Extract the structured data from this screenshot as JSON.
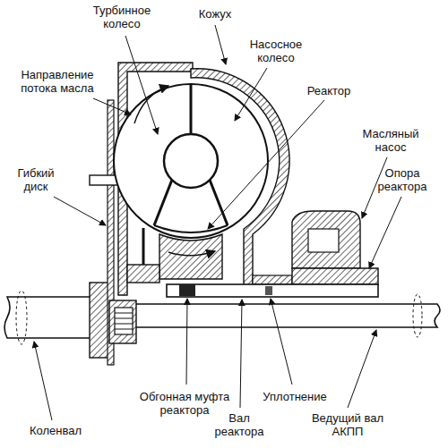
{
  "diagram": {
    "labels": [
      "Турбинное колесо",
      "Кожух",
      "Насосное колесо",
      "Направление потока масла",
      "Реактор",
      "Масляный насос",
      "Гибкий диск",
      "Опора реактора",
      "Обгонная муфта реактора",
      "Уплотнение",
      "Коленвал",
      "Вал реактора",
      "Ведущий вал АКПП"
    ]
  }
}
